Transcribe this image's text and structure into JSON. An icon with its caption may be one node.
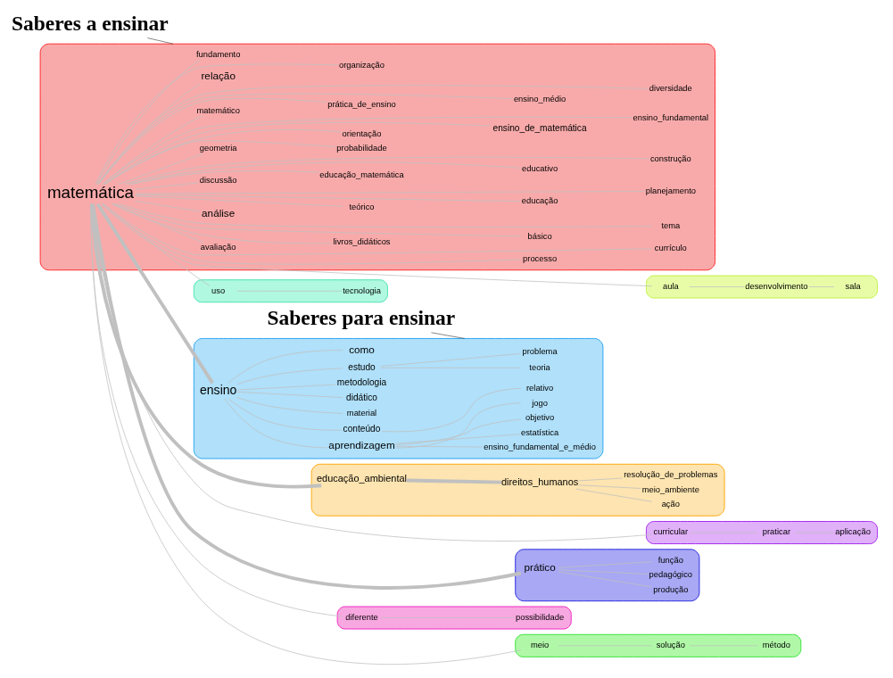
{
  "diagram": {
    "nodes": [
      {
        "text": [
          "Saberes a ensinar"
        ]
      },
      {
        "text": [
          "Saberes para ensinar"
        ]
      },
      {
        "text": [],
        "shape": "cloud"
      },
      {
        "text": [],
        "shape": "cloud"
      },
      {
        "text": [],
        "shape": "cloud"
      },
      {
        "text": [],
        "shape": "cloud"
      },
      {
        "text": [],
        "shape": "cloud"
      },
      {
        "text": [],
        "shape": "cloud"
      },
      {
        "text": [],
        "shape": "cloud"
      },
      {
        "text": [],
        "shape": "cloud"
      },
      {
        "text": [],
        "shape": "cloud"
      },
      {
        "text": [
          "aplicação"
        ],
        "in": 2
      },
      {
        "text": [
          "praticar"
        ],
        "in": 2
      },
      {
        "text": [
          "produção"
        ],
        "in": 3
      },
      {
        "text": [
          "pedagógico"
        ],
        "in": 3
      },
      {
        "text": [
          "tecnologia"
        ],
        "in": 4
      },
      {
        "text": [
          "curricular"
        ],
        "in": 2
      },
      {
        "text": [
          "função"
        ],
        "in": 3
      },
      {
        "text": [
          "uso"
        ],
        "in": 4
      },
      {
        "text": [
          "prático"
        ],
        "in": 3
      },
      {
        "text": [
          "fundamento"
        ],
        "in": 6
      },
      {
        "text": [
          "orientação"
        ],
        "in": 6
      },
      {
        "text": [
          "ensino_de_matemática"
        ],
        "in": 6
      },
      {
        "text": [
          "ensino_fundamental"
        ],
        "in": 6
      },
      {
        "text": [
          "matemático"
        ],
        "in": 6
      },
      {
        "text": [
          "ação"
        ],
        "in": 5
      },
      {
        "text": [
          "meio_ambiente"
        ],
        "in": 5
      },
      {
        "text": [
          "prática_de_ensino"
        ],
        "in": 6
      },
      {
        "text": [
          "ensino_médio"
        ],
        "in": 6
      },
      {
        "text": [
          "direitos_humanos"
        ],
        "in": 5
      },
      {
        "text": [
          "diversidade"
        ],
        "in": 6
      },
      {
        "text": [
          "relação"
        ],
        "in": 6
      },
      {
        "text": [
          "organização"
        ],
        "in": 6
      },
      {
        "text": [
          "resolução_de_problemas"
        ],
        "in": 5
      },
      {
        "text": [
          "educação_ambiental"
        ],
        "in": 5
      },
      {
        "text": [
          "processo"
        ],
        "in": 6
      },
      {
        "text": [
          "currículo"
        ],
        "in": 6
      },
      {
        "text": [
          "avaliação"
        ],
        "in": 6
      },
      {
        "text": [
          "livros_didáticos"
        ],
        "in": 6
      },
      {
        "text": [
          "matemática"
        ],
        "in": 6
      },
      {
        "text": [
          "problema"
        ],
        "in": 7
      },
      {
        "text": [
          "teoria"
        ],
        "in": 7
      },
      {
        "text": [
          "estudo"
        ],
        "in": 7
      },
      {
        "text": [
          "básico"
        ],
        "in": 6
      },
      {
        "text": [
          "tema"
        ],
        "in": 6
      },
      {
        "text": [
          "análise"
        ],
        "in": 6
      },
      {
        "text": [
          "teórico"
        ],
        "in": 6
      },
      {
        "text": [
          "material"
        ],
        "in": 7
      },
      {
        "text": [
          "didático"
        ],
        "in": 7
      },
      {
        "text": [
          "ensino"
        ],
        "in": 7
      },
      {
        "text": [
          "educação"
        ],
        "in": 6
      },
      {
        "text": [
          "metodologia"
        ],
        "in": 7
      },
      {
        "text": [
          "conteúdo"
        ],
        "in": 7
      },
      {
        "text": [
          "planejamento"
        ],
        "in": 6
      },
      {
        "text": [
          "discussão"
        ],
        "in": 6
      },
      {
        "text": [
          "relativo"
        ],
        "in": 7
      },
      {
        "text": [
          "educação_matemática"
        ],
        "in": 6
      },
      {
        "text": [
          "meio"
        ],
        "in": 8
      },
      {
        "text": [
          "aula"
        ],
        "in": 9
      },
      {
        "text": [
          "como"
        ],
        "in": 7
      },
      {
        "text": [
          "educativo"
        ],
        "in": 6
      },
      {
        "text": [
          "aprendizagem"
        ],
        "in": 7
      },
      {
        "text": [
          "estatística"
        ],
        "in": 7
      },
      {
        "text": [
          "construção"
        ],
        "in": 6
      },
      {
        "text": [
          "desenvolvimento"
        ],
        "in": 9
      },
      {
        "text": [
          "ensino_fundamental_e_médio"
        ],
        "in": 7
      },
      {
        "text": [
          "solução"
        ],
        "in": 8
      },
      {
        "text": [
          "geometria"
        ],
        "in": 6
      },
      {
        "text": [
          "sala"
        ],
        "in": 9
      },
      {
        "text": [
          "diferente"
        ],
        "in": 10
      },
      {
        "text": [
          "probabilidade"
        ],
        "in": 6
      },
      {
        "text": [
          "objetivo"
        ],
        "in": 7
      },
      {
        "text": [
          "jogo"
        ],
        "in": 7
      },
      {
        "text": [
          "método"
        ],
        "in": 8
      },
      {
        "text": [
          "possibilidade"
        ],
        "in": 10
      }
    ],
    "edges": [
      {
        "from": 0,
        "to": 6,
        "arrow": "none",
        "color": "#404040"
      },
      {
        "from": 1,
        "to": 7,
        "arrow": "none",
        "color": "#404040"
      },
      {
        "from": 39,
        "to": 49,
        "arrow": "none",
        "style": "thick"
      },
      {
        "from": 39,
        "to": 34,
        "arrow": "none",
        "style": "thick"
      },
      {
        "from": 39,
        "to": 19,
        "arrow": "none",
        "style": "thick"
      },
      {
        "from": 39,
        "to": 16,
        "arrow": "none"
      },
      {
        "from": 39,
        "to": 18,
        "arrow": "none"
      },
      {
        "from": 39,
        "to": 69,
        "arrow": "none"
      },
      {
        "from": 39,
        "to": 57,
        "arrow": "none"
      },
      {
        "from": 39,
        "to": 58,
        "arrow": "none"
      },
      {
        "from": 39,
        "to": 20,
        "arrow": "none"
      },
      {
        "from": 39,
        "to": 21,
        "arrow": "none"
      },
      {
        "from": 39,
        "to": 22,
        "arrow": "none"
      },
      {
        "from": 39,
        "to": 23,
        "arrow": "none"
      },
      {
        "from": 39,
        "to": 24,
        "arrow": "none"
      },
      {
        "from": 39,
        "to": 27,
        "arrow": "none"
      },
      {
        "from": 39,
        "to": 28,
        "arrow": "none"
      },
      {
        "from": 39,
        "to": 30,
        "arrow": "none"
      },
      {
        "from": 39,
        "to": 31,
        "arrow": "none"
      },
      {
        "from": 39,
        "to": 32,
        "arrow": "none"
      },
      {
        "from": 39,
        "to": 35,
        "arrow": "none"
      },
      {
        "from": 39,
        "to": 36,
        "arrow": "none"
      },
      {
        "from": 39,
        "to": 37,
        "arrow": "none"
      },
      {
        "from": 39,
        "to": 38,
        "arrow": "none"
      },
      {
        "from": 39,
        "to": 43,
        "arrow": "none"
      },
      {
        "from": 39,
        "to": 44,
        "arrow": "none"
      },
      {
        "from": 39,
        "to": 45,
        "arrow": "none"
      },
      {
        "from": 39,
        "to": 46,
        "arrow": "none"
      },
      {
        "from": 39,
        "to": 50,
        "arrow": "none"
      },
      {
        "from": 39,
        "to": 53,
        "arrow": "none"
      },
      {
        "from": 39,
        "to": 54,
        "arrow": "none"
      },
      {
        "from": 39,
        "to": 56,
        "arrow": "none"
      },
      {
        "from": 39,
        "to": 60,
        "arrow": "none"
      },
      {
        "from": 39,
        "to": 63,
        "arrow": "none"
      },
      {
        "from": 39,
        "to": 67,
        "arrow": "none"
      },
      {
        "from": 39,
        "to": 70,
        "arrow": "none"
      },
      {
        "from": 19,
        "to": 17,
        "arrow": "none"
      },
      {
        "from": 19,
        "to": 13,
        "arrow": "none"
      },
      {
        "from": 19,
        "to": 14,
        "arrow": "none"
      },
      {
        "from": 16,
        "to": 12,
        "arrow": "none"
      },
      {
        "from": 12,
        "to": 11,
        "arrow": "none"
      },
      {
        "from": 18,
        "to": 15,
        "arrow": "none"
      },
      {
        "from": 34,
        "to": 29,
        "arrow": "none",
        "style": "thick"
      },
      {
        "from": 29,
        "to": 25,
        "arrow": "none"
      },
      {
        "from": 29,
        "to": 26,
        "arrow": "none"
      },
      {
        "from": 29,
        "to": 33,
        "arrow": "none"
      },
      {
        "from": 57,
        "to": 66,
        "arrow": "none"
      },
      {
        "from": 66,
        "to": 73,
        "arrow": "none"
      },
      {
        "from": 58,
        "to": 64,
        "arrow": "none"
      },
      {
        "from": 64,
        "to": 68,
        "arrow": "none"
      },
      {
        "from": 69,
        "to": 74,
        "arrow": "none"
      },
      {
        "from": 49,
        "to": 48,
        "arrow": "none"
      },
      {
        "from": 49,
        "to": 42,
        "arrow": "none"
      },
      {
        "from": 42,
        "to": 40,
        "arrow": "none"
      },
      {
        "from": 42,
        "to": 41,
        "arrow": "none"
      },
      {
        "from": 49,
        "to": 47,
        "arrow": "none"
      },
      {
        "from": 49,
        "to": 52,
        "arrow": "none"
      },
      {
        "from": 52,
        "to": 55,
        "arrow": "none"
      },
      {
        "from": 49,
        "to": 51,
        "arrow": "none"
      },
      {
        "from": 49,
        "to": 59,
        "arrow": "none"
      },
      {
        "from": 49,
        "to": 61,
        "arrow": "none"
      },
      {
        "from": 61,
        "to": 65,
        "arrow": "none"
      },
      {
        "from": 61,
        "to": 71,
        "arrow": "none"
      },
      {
        "from": 61,
        "to": 62,
        "arrow": "none"
      },
      {
        "from": 61,
        "to": 72,
        "arrow": "none"
      }
    ]
  }
}
